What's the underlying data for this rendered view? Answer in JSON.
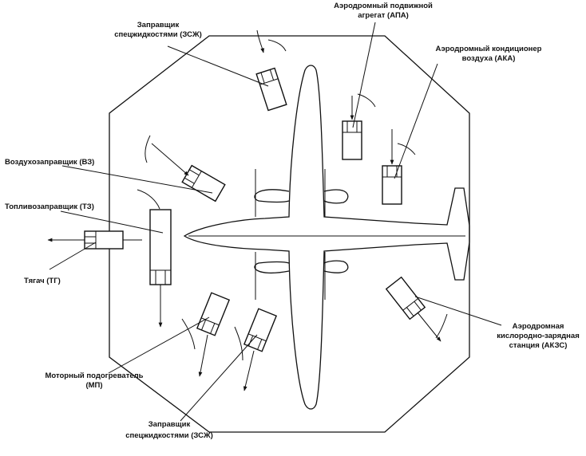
{
  "labels": {
    "zszh_top": [
      "Заправщик",
      "спецжидкостями (ЗСЖ)"
    ],
    "apa": [
      "Аэродромный подвижной",
      "агрегат (АПА)"
    ],
    "aka": [
      "Аэродромный кондиционер",
      "воздуха (АКА)"
    ],
    "vz": [
      "Воздухозаправщик (ВЗ)"
    ],
    "tz": [
      "Топливозаправщик (ТЗ)"
    ],
    "tg": [
      "Тягач (ТГ)"
    ],
    "akzs": [
      "Аэродромная",
      "кислородно-зарядная",
      "станция (АКЗС)"
    ],
    "mp": [
      "Моторный подогреватель",
      "(МП)"
    ],
    "zszh_bottom": [
      "Заправщик",
      "спецжидкостями (ЗСЖ)"
    ]
  },
  "icons": [
    "aircraft-icon",
    "vehicle-icon",
    "arrow-icon"
  ]
}
